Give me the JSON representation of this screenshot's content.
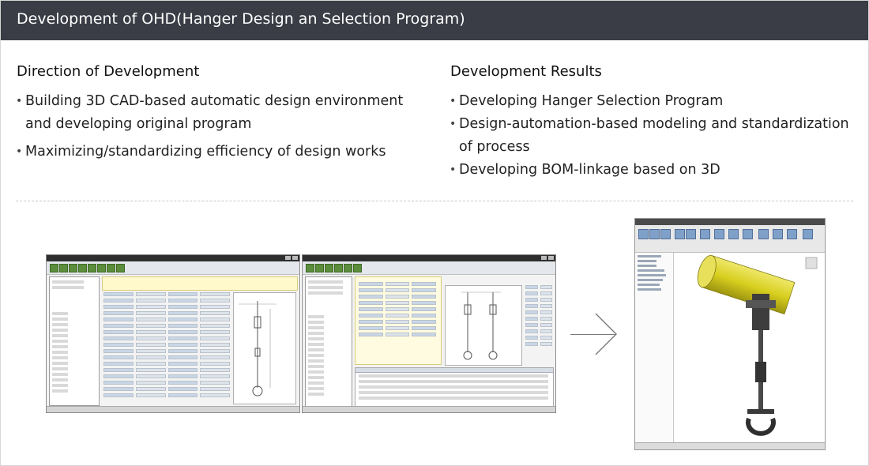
{
  "header": {
    "title": "Development of OHD(Hanger Design an Selection Program)"
  },
  "direction": {
    "title": "Direction of Development",
    "items": [
      "Building 3D CAD-based automatic design environment and developing original program",
      "Maximizing/standardizing efficiency of design works"
    ]
  },
  "results": {
    "title": "Development Results",
    "items": [
      "Developing Hanger Selection Program",
      "Design-automation-based modeling and standardization of process",
      "Developing BOM-linkage based on 3D"
    ]
  },
  "colors": {
    "header_bg": "#3a3d45",
    "accent_green": "#5b8d3c",
    "cad_yellow": "#d8cf1f"
  },
  "icons": [
    "arrow-right-icon"
  ]
}
